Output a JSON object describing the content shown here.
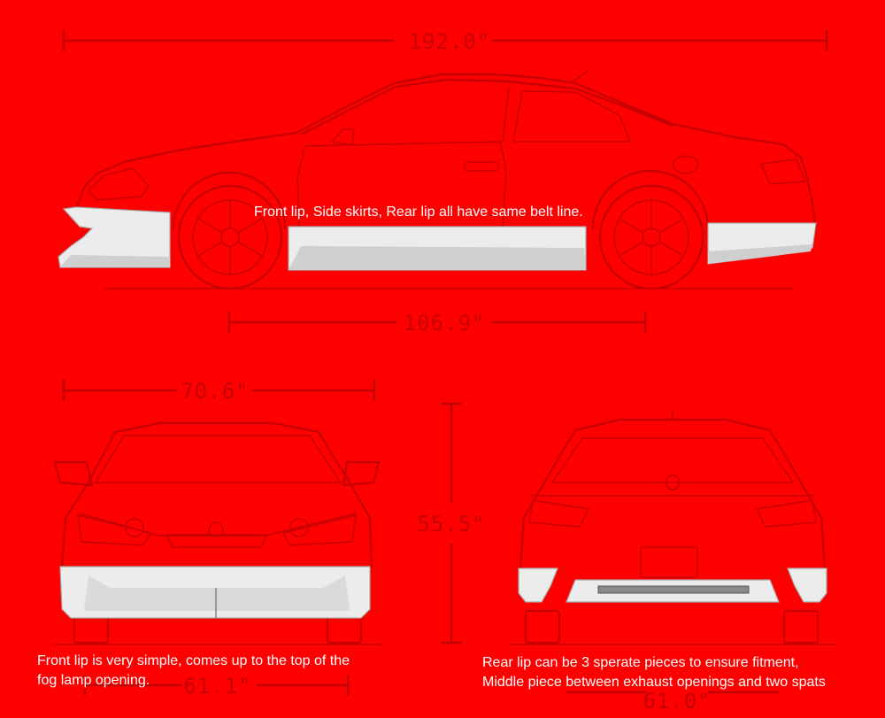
{
  "dimensions": {
    "overall_length": "192.0\"",
    "wheelbase": "106.9\"",
    "width": "70.6\"",
    "height": "55.5\"",
    "track_front": "61.1\"",
    "track_rear": "61.0\""
  },
  "notes": {
    "side": "Front lip, Side skirts, Rear lip all have same belt line.",
    "front_line1": "Front lip is very simple, comes up to the top of the",
    "front_line2": "fog lamp opening.",
    "rear_line1": "Rear lip can be 3 sperate pieces to ensure fitment,",
    "rear_line2": "Middle piece between exhaust openings and two spats"
  },
  "colors": {
    "background": "#ff0000",
    "line": "#c40000",
    "body_kit": "#ececec"
  }
}
